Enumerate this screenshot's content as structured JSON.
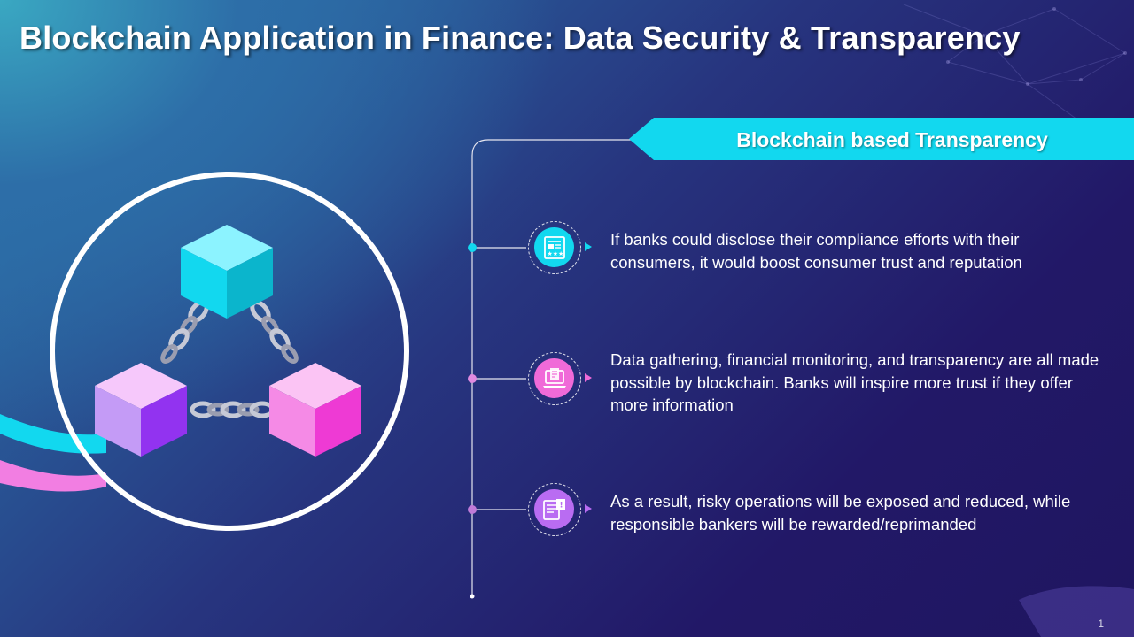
{
  "slide": {
    "title": "Blockchain Application in Finance: Data Security & Transparency",
    "page_number": "1"
  },
  "banner": {
    "label": "Blockchain based Transparency",
    "color": "#12d8ef"
  },
  "points": [
    {
      "text": "If banks could disclose their compliance efforts with their consumers, it would boost consumer trust and reputation",
      "icon": "report-rating-icon",
      "accent": "#12d8ef"
    },
    {
      "text": "Data gathering, financial monitoring, and transparency are all made possible by blockchain. Banks will inspire more trust if they offer more information",
      "icon": "laptop-document-icon",
      "accent": "#f06ad8"
    },
    {
      "text": "As a result, risky operations will be exposed and reduced, while responsible bankers will be rewarded/reprimanded",
      "icon": "monitoring-dashboard-icon",
      "accent": "#b96cf2"
    }
  ],
  "graphic": {
    "icon": "blockchain-cubes-icon",
    "cube_colors": [
      "#12d8ef",
      "#a26bf4",
      "#f252d2"
    ]
  }
}
